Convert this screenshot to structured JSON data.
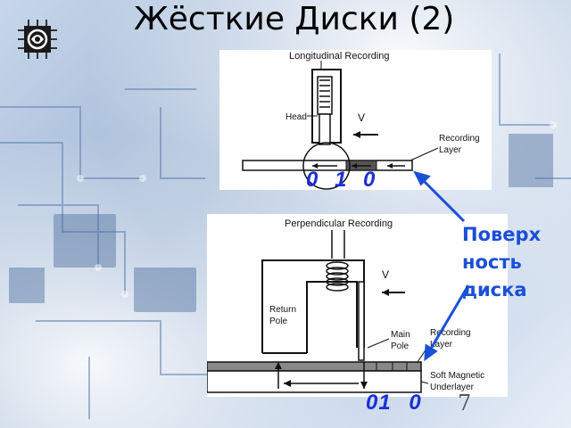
{
  "slide": {
    "title": "Жёсткие Диски (2)",
    "page_number": "7"
  },
  "diagrams": {
    "longitudinal": {
      "caption": "Longitudinal Recording",
      "head_label": "Head",
      "velocity_label": "V",
      "recording_layer_line1": "Recording",
      "recording_layer_line2": "Layer",
      "bits": "0 1 0"
    },
    "perpendicular": {
      "caption": "Perpendicular Recording",
      "velocity_label": "V",
      "return_pole_line1": "Return",
      "return_pole_line2": "Pole",
      "main_pole_line1": "Main",
      "main_pole_line2": "Pole",
      "recording_layer_line1": "Recording",
      "recording_layer_line2": "Layer",
      "underlayer_line1": "Soft Magnetic",
      "underlayer_line2": "Underlayer",
      "bits": "01 0"
    }
  },
  "annotation": {
    "line1": "Поверх",
    "line2": "ность",
    "line3": "диска",
    "color": "#1b4fd6"
  },
  "icons": {
    "logo": "chip-icon"
  }
}
